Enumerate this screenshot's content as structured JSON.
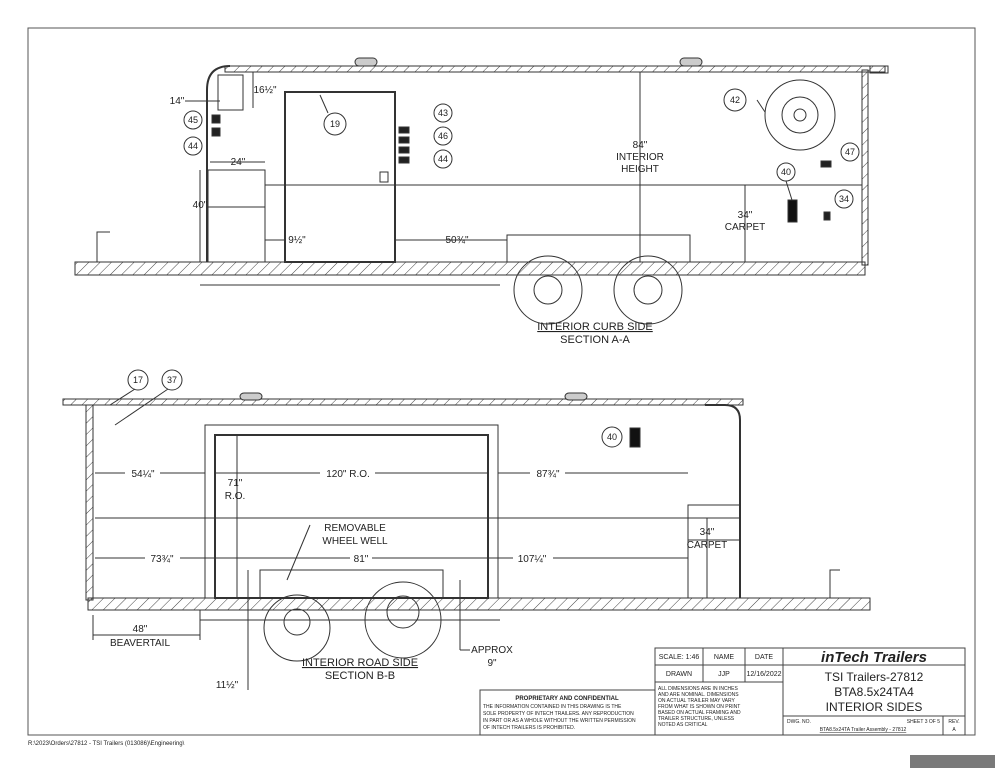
{
  "curb_side": {
    "title": "INTERIOR CURB SIDE",
    "section": "SECTION A-A",
    "dims": {
      "d14": "14\"",
      "d16": "16½\"",
      "d24": "24\"",
      "d40": "40\"",
      "d9": "9½\"",
      "d50": "50¾\"",
      "h84": "84\"",
      "h84a": "INTERIOR",
      "h84b": "HEIGHT",
      "c34": "34\"",
      "c34b": "CARPET"
    },
    "balloons": [
      "45",
      "44",
      "19",
      "43",
      "46",
      "44",
      "42",
      "40",
      "47",
      "34"
    ]
  },
  "road_side": {
    "title": "INTERIOR ROAD SIDE",
    "section": "SECTION B-B",
    "dims": {
      "d54": "54¼\"",
      "d120": "120\" R.O.",
      "d87": "87¾\"",
      "h71": "71\"",
      "h71b": "R.O.",
      "ww1": "REMOVABLE",
      "ww2": "WHEEL WELL",
      "d73": "73¾\"",
      "d81": "81\"",
      "d107": "107¼\"",
      "c34": "34\"",
      "c34b": "CARPET",
      "b48": "48\"",
      "b48b": "BEAVERTAIL",
      "d11": "11½\"",
      "ap1": "APPROX",
      "ap2": "9\""
    },
    "balloons": [
      "17",
      "37",
      "40"
    ]
  },
  "title_block": {
    "scale": "SCALE: 1:46",
    "name_h": "NAME",
    "date_h": "DATE",
    "drawn": "DRAWN",
    "drawn_name": "JJP",
    "drawn_date": "12/16/2022",
    "company": "inTech Trailers",
    "line1": "TSI Trailers-27812",
    "line2": "BTA8.5x24TA4",
    "line3": "INTERIOR SIDES",
    "notes": [
      "ALL DIMENSIONS ARE IN INCHES",
      "AND ARE NOMINAL. DIMENSIONS",
      "ON ACTUAL TRAILER MAY VARY",
      "FROM WHAT IS SHOWN ON PRINT",
      "BASED ON ACTUAL FRAMING AND",
      "TRAILER STRUCTURE, UNLESS",
      "NOTED AS CRITICAL"
    ],
    "dwg_no_label": "DWG. NO.",
    "sheet": "SHEET 3 OF 5",
    "rev_label": "REV.",
    "rev": "A",
    "dwg_no": "BTA8.5x24TA Trailer Assembly - 27812",
    "prop_title": "PROPRIETARY AND CONFIDENTIAL",
    "prop_lines": [
      "THE INFORMATION CONTAINED IN THIS DRAWING IS THE",
      "SOLE PROPERTY OF INTECH TRAILERS.  ANY REPRODUCTION",
      "IN PART OR AS A WHOLE WITHOUT THE WRITTEN PERMISSION",
      "OF INTECH TRAILERS IS  PROHIBITED."
    ]
  },
  "file_path": "R:\\2023\\Orders\\27812 - TSI Trailers (013086)\\Engineering\\"
}
